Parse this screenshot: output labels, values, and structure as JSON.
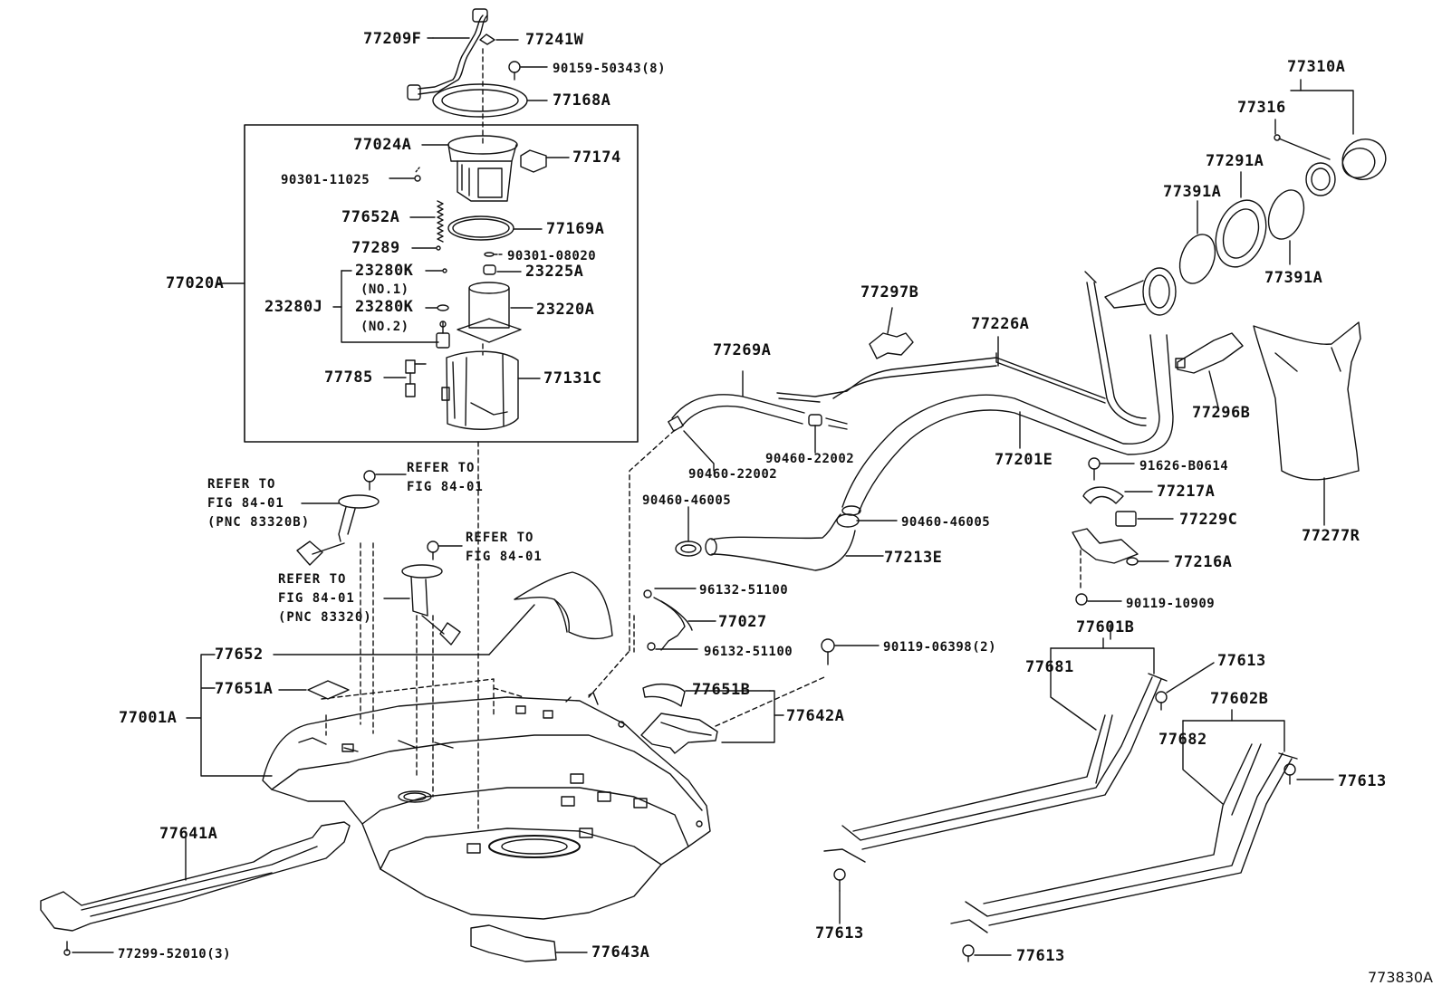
{
  "figure_id": "773830A",
  "labels": {
    "p77209F": "77209F",
    "p77241W": "77241W",
    "p90159": "90159-50343(8)",
    "p77168A": "77168A",
    "p77024A": "77024A",
    "p77174": "77174",
    "p90301_11025": "90301-11025",
    "p77652A": "77652A",
    "p77169A": "77169A",
    "p77289": "77289",
    "p90301_08020": "90301-08020",
    "p23280K_1": "23280K",
    "no1": "(NO.1)",
    "p23225A": "23225A",
    "p77020A": "77020A",
    "p23280J": "23280J",
    "p23280K_2": "23280K",
    "no2": "(NO.2)",
    "p23220A": "23220A",
    "p77785": "77785",
    "p77131C": "77131C",
    "ref1": "REFER TO\nFIG 84-01\n(PNC 83320B)",
    "ref2": "REFER TO\nFIG 84-01",
    "ref3": "REFER TO\nFIG 84-01",
    "ref4": "REFER TO\nFIG 84-01\n(PNC 83320)",
    "p77652": "77652",
    "p77651A": "77651A",
    "p77001A": "77001A",
    "p77641A": "77641A",
    "p77299": "77299-52010(3)",
    "p77643A": "77643A",
    "p77269A": "77269A",
    "p90460_22002a": "90460-22002",
    "p90460_22002b": "90460-22002",
    "p90460_46005a": "90460-46005",
    "p90460_46005b": "90460-46005",
    "p77213E": "77213E",
    "p96132a": "96132-51100",
    "p77027": "77027",
    "p96132b": "96132-51100",
    "p90119_06398": "90119-06398(2)",
    "p77651B": "77651B",
    "p77642A": "77642A",
    "p77297B": "77297B",
    "p77226A": "77226A",
    "p77201E": "77201E",
    "p91626": "91626-B0614",
    "p77217A": "77217A",
    "p77229C": "77229C",
    "p77216A": "77216A",
    "p90119_10909": "90119-10909",
    "p77601B": "77601B",
    "p77681": "77681",
    "p77613a": "77613",
    "p77602B": "77602B",
    "p77682": "77682",
    "p77613b": "77613",
    "p77613c": "77613",
    "p77613d": "77613",
    "p77310A": "77310A",
    "p77316": "77316",
    "p77291A": "77291A",
    "p77391A_a": "77391A",
    "p77391A_b": "77391A",
    "p77296B": "77296B",
    "p77277R": "77277R"
  }
}
